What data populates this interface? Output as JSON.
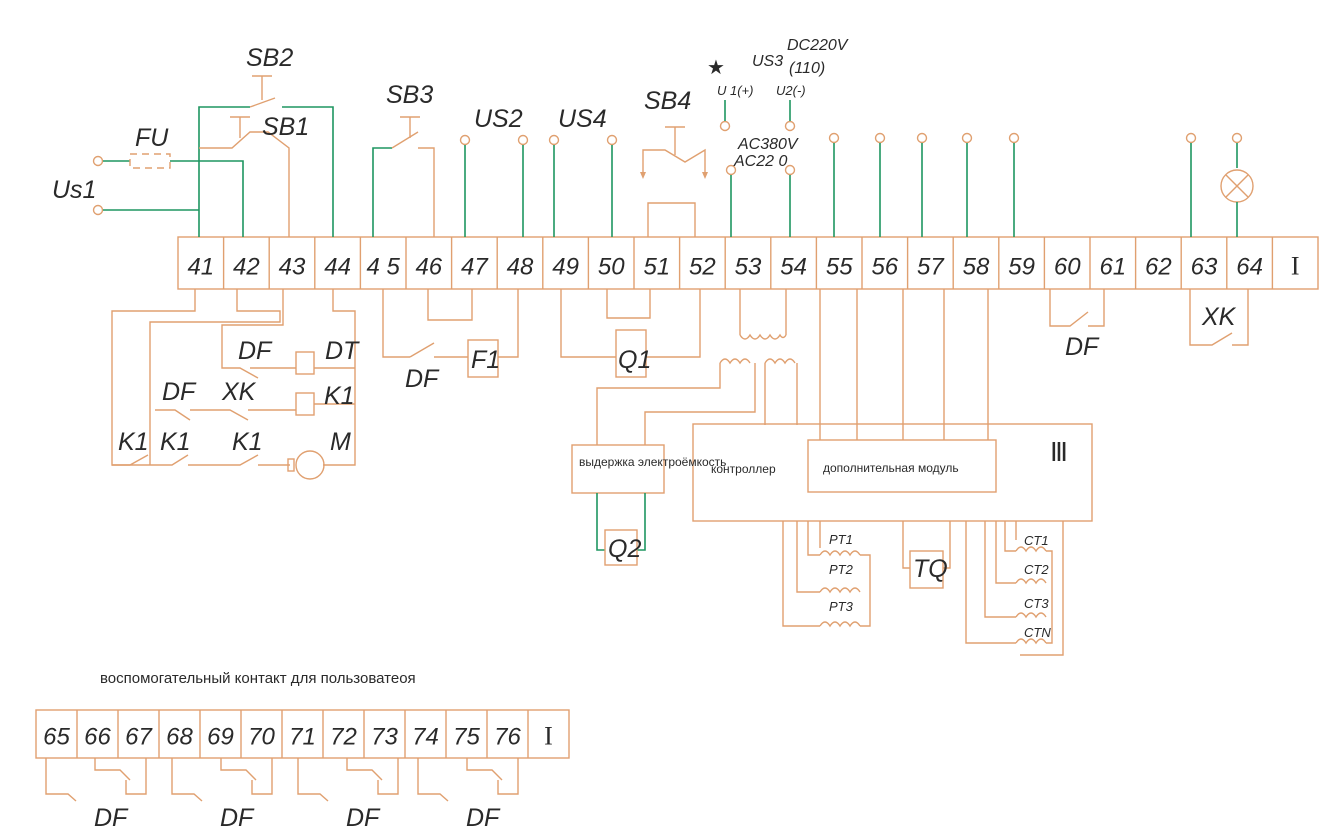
{
  "terminals_main": [
    "41",
    "42",
    "43",
    "44",
    "4 5",
    "46",
    "47",
    "48",
    "49",
    "50",
    "51",
    "52",
    "53",
    "54",
    "55",
    "56",
    "57",
    "58",
    "59",
    "60",
    "61",
    "62",
    "63",
    "64"
  ],
  "terminals_aux": [
    "65",
    "66",
    "67",
    "68",
    "69",
    "70",
    "71",
    "72",
    "73",
    "74",
    "75",
    "76"
  ],
  "block_marks": {
    "main": "I",
    "aux": "I",
    "controller_block": "Ⅲ"
  },
  "top_labels": {
    "sb2": "SB2",
    "sb1": "SB1",
    "fu": "FU",
    "us1": "Us1",
    "sb3": "SB3",
    "us2": "US2",
    "us4": "US4",
    "sb4": "SB4",
    "star": "★",
    "us3": "US3",
    "dc": "DC220V",
    "dc_alt": "(110)",
    "u1": "U 1(+)",
    "u2": "U2(-)",
    "ac380": "AC380V",
    "ac220": "AC22 0"
  },
  "left_labels": {
    "df1": "DF",
    "dt": "DT",
    "df2": "DF",
    "xk": "XK",
    "k1_coil": "K1",
    "k1_a": "K1",
    "k1_b": "K1",
    "k1_c": "K1",
    "m": "M"
  },
  "mid_labels": {
    "df_sb3": "DF",
    "f1": "F1",
    "q1": "Q1",
    "q2": "Q2",
    "df_60": "DF",
    "xk_63": "XK"
  },
  "controller": {
    "hold_label": "выдержка электроёмкость",
    "controller_label": "контроллер",
    "module_label": "дополнительная модуль",
    "pt1": "PT1",
    "pt2": "PT2",
    "pt3": "PT3",
    "tq": "TQ",
    "ct1": "CT1",
    "ct2": "CT2",
    "ct3": "CT3",
    "ctn": "CTN"
  },
  "aux_title": "воспомогательный контакт для пользоватеоя",
  "aux_df": [
    "DF",
    "DF",
    "DF",
    "DF"
  ]
}
